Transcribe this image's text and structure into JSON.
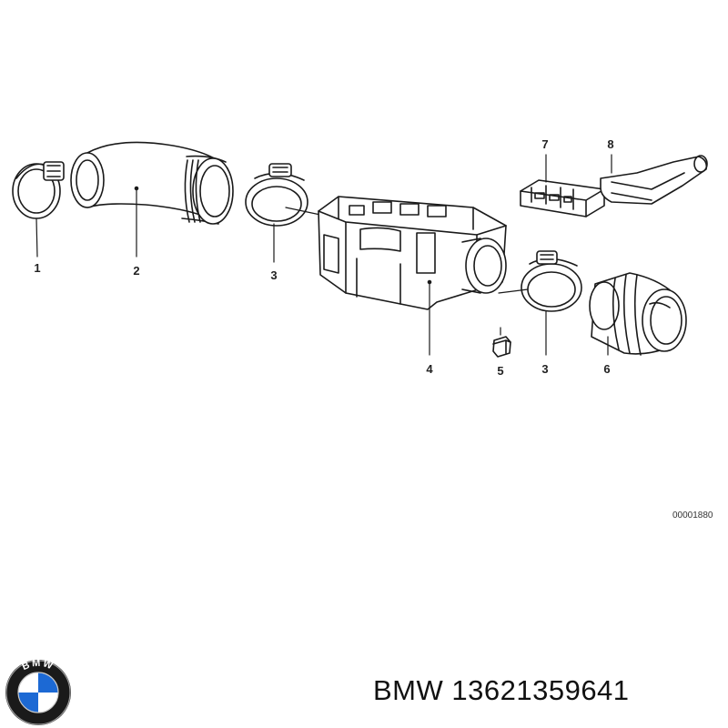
{
  "diagram": {
    "callouts": {
      "c1": "1",
      "c2": "2",
      "c3a": "3",
      "c4": "4",
      "c5": "5",
      "c3b": "3",
      "c6": "6",
      "c7": "7",
      "c8": "8"
    },
    "ref_code": "00001880"
  },
  "brand": {
    "logo_icon": "bmw-roundel-logo",
    "logo_letters": "BMW",
    "colors": {
      "blue": "#1c69d4",
      "ring": "#1a1a1a",
      "white": "#ffffff"
    }
  },
  "caption": {
    "brand": "BMW",
    "part_number": "13621359641"
  }
}
